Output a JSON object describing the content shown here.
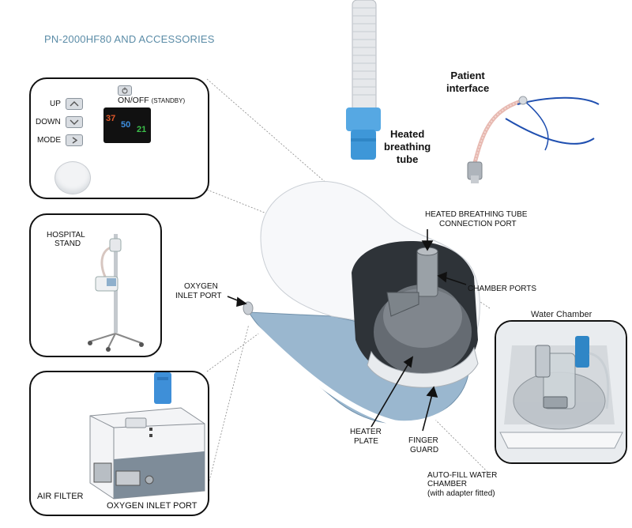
{
  "title": "PN-2000HF80 AND ACCESSORIES",
  "control_panel": {
    "up_label": "UP",
    "down_label": "DOWN",
    "mode_label": "MODE",
    "onoff_label": "ON/OFF",
    "standby_label": "(STANDBY)",
    "screen": {
      "temp_value": "37",
      "flow_value": "50",
      "o2_value": "21"
    }
  },
  "stand_panel": {
    "label_line1": "HOSPITAL",
    "label_line2": "STAND"
  },
  "rear_panel": {
    "air_filter_label": "AIR FILTER",
    "oxygen_inlet_label": "OXYGEN INLET PORT"
  },
  "callouts": {
    "heated_tube_line1": "Heated",
    "heated_tube_line2": "breathing",
    "heated_tube_line3": "tube",
    "patient_line1": "Patient",
    "patient_line2": "interface",
    "connection_port_line1": "HEATED BREATHING TUBE",
    "connection_port_line2": "CONNECTION PORT",
    "chamber_ports": "CHAMBER PORTS",
    "oxygen_inlet_line1": "OXYGEN",
    "oxygen_inlet_line2": "INLET PORT",
    "heater_line1": "HEATER",
    "heater_line2": "PLATE",
    "finger_line1": "FINGER",
    "finger_line2": "GUARD",
    "autofill_line1": "AUTO-FILL WATER",
    "autofill_line2": "CHAMBER",
    "autofill_line3": "(with adapter fitted)"
  },
  "water_chamber_panel": {
    "title": "Water Chamber"
  },
  "colors": {
    "title": "#5b8ca7",
    "device_blue": "#8fb0cc",
    "tube_blue": "#4aa3df",
    "strap_blue": "#1f4fb0",
    "temp": "#e0582a",
    "flow": "#3e8fe0",
    "o2": "#3cbf4a"
  }
}
